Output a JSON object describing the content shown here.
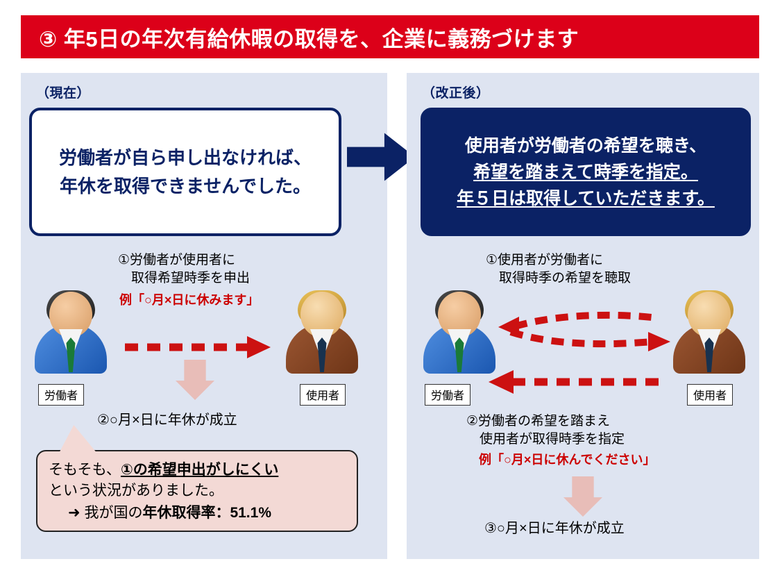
{
  "title": {
    "text": "③ 年5日の年次有給休暇の取得を、企業に義務づけます",
    "bg_color": "#DC0019",
    "text_color": "#FFFFFF"
  },
  "colors": {
    "panel_bg": "#DEE4F1",
    "navy": "#0B2265",
    "red": "#CC0000",
    "pink_arrow": "#E8BDB8",
    "callout_bg": "#F3D9D5"
  },
  "panels": {
    "current": {
      "heading": "（現在）",
      "bubble": {
        "line1": "労働者が自ら申し出なければ、",
        "line2": "年休を取得できませんでした。"
      },
      "step1": {
        "line1": "①労働者が使用者に",
        "line2": "　取得希望時季を申出",
        "example": "例「○月×日に休みます」"
      },
      "step2": "②○月×日に年休が成立",
      "worker_label": "労働者",
      "employer_label": "使用者",
      "callout": {
        "line1_prefix": "そもそも、",
        "line1_emphasis": "①の希望申出がしにくい",
        "line2": "という状況がありました。",
        "arrow_glyph": "➜",
        "line3_prefix": "我が国の",
        "line3_emphasis": "年休取得率：51.1%"
      }
    },
    "revised": {
      "heading": "（改正後）",
      "bubble": {
        "line1": "使用者が労働者の希望を聴き、",
        "line2": "希望を踏まえて時季を指定。",
        "line3": "年５日は取得していただきます。"
      },
      "step1": {
        "line1": "①使用者が労働者に",
        "line2": "　取得時季の希望を聴取"
      },
      "step2": {
        "line1": "②労働者の希望を踏まえ",
        "line2": "　使用者が取得時季を指定",
        "example": "例「○月×日に休んでください」"
      },
      "step3": "③○月×日に年休が成立",
      "worker_label": "労働者",
      "employer_label": "使用者"
    }
  }
}
